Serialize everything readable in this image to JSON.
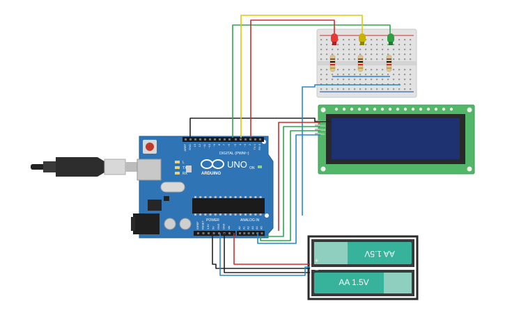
{
  "arduino": {
    "brand": "ARDUINO",
    "model": "UNO",
    "digital_header": "DIGITAL (PWM~)",
    "power_header": "POWER",
    "analog_header": "ANALOG IN",
    "on_label": "ON",
    "tx_label": "TX",
    "rx_label": "RX",
    "l_label": "L",
    "digital_pins": [
      "AREF",
      "GND",
      "13",
      "12",
      "~11",
      "~10",
      "~9",
      "8",
      "7",
      "~6",
      "~5",
      "4",
      "~3",
      "2",
      "TX 1",
      "RX 0"
    ],
    "power_pins": [
      "IOREF",
      "RESET",
      "3.3V",
      "5V",
      "GND",
      "GND",
      "Vin"
    ],
    "analog_pins": [
      "A0",
      "A1",
      "A2",
      "A3",
      "A4",
      "A5"
    ]
  },
  "lcd": {
    "pins": [
      "GND",
      "VCC",
      "SDA",
      "SCL"
    ]
  },
  "battery": {
    "cell_top": "AA 1.5V",
    "cell_bottom": "AA 1.5V",
    "plus": "+",
    "minus": "−"
  },
  "colors": {
    "board": "#2f74b5",
    "led_red": "#e53935",
    "led_yellow": "#c5b300",
    "led_green": "#2ea043",
    "lcd_pcb": "#53b76a",
    "lcd_screen": "#1e3170",
    "battery_cell": "#36b39a",
    "wire_black": "#222222",
    "wire_red": "#d62828",
    "wire_green": "#2aa84a",
    "wire_yellow": "#e6c800",
    "wire_blue": "#2288cc"
  },
  "icons": {
    "usb_cable": "usb-plug-icon",
    "infinity_logo": "arduino-infinity-icon"
  }
}
